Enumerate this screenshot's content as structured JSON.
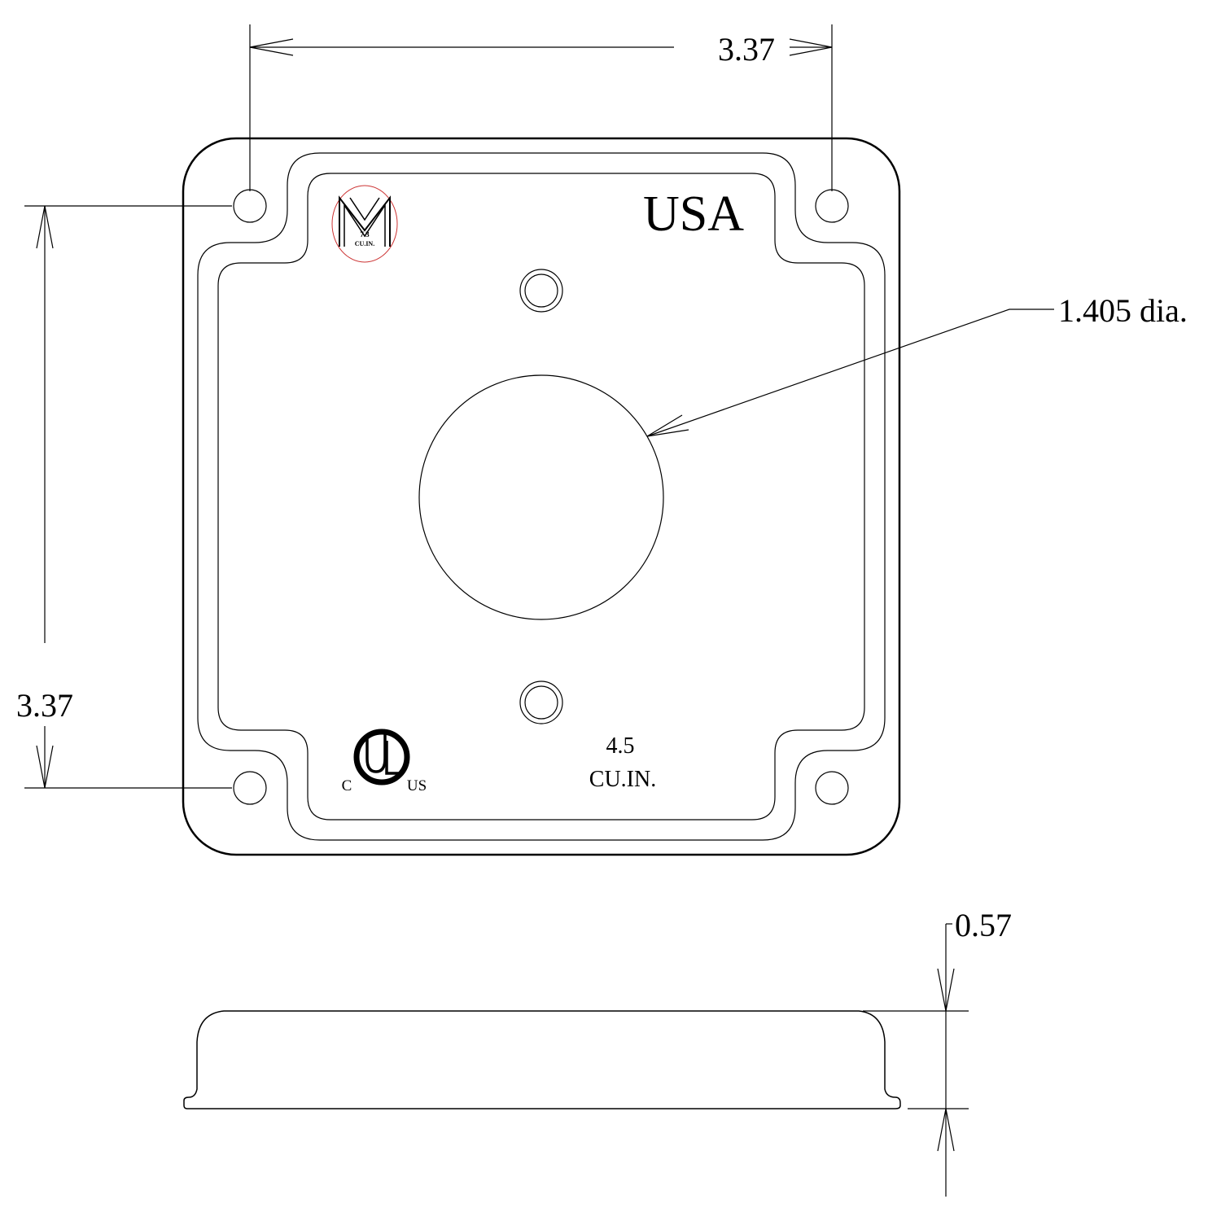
{
  "dimensions": {
    "width_label": "3.37",
    "height_label": "3.37",
    "hole_label": "1.405 dia.",
    "depth_label": "0.57"
  },
  "plate": {
    "country_mark": "USA",
    "volume_value": "4.5",
    "volume_unit": "CU.IN.",
    "ul_logo": {
      "letters": "UL",
      "left": "C",
      "right": "US"
    },
    "maker_logo": {
      "letters": "M",
      "volume": "7.3",
      "unit": "CU.IN.",
      "ring_color": "#cc3333"
    }
  }
}
